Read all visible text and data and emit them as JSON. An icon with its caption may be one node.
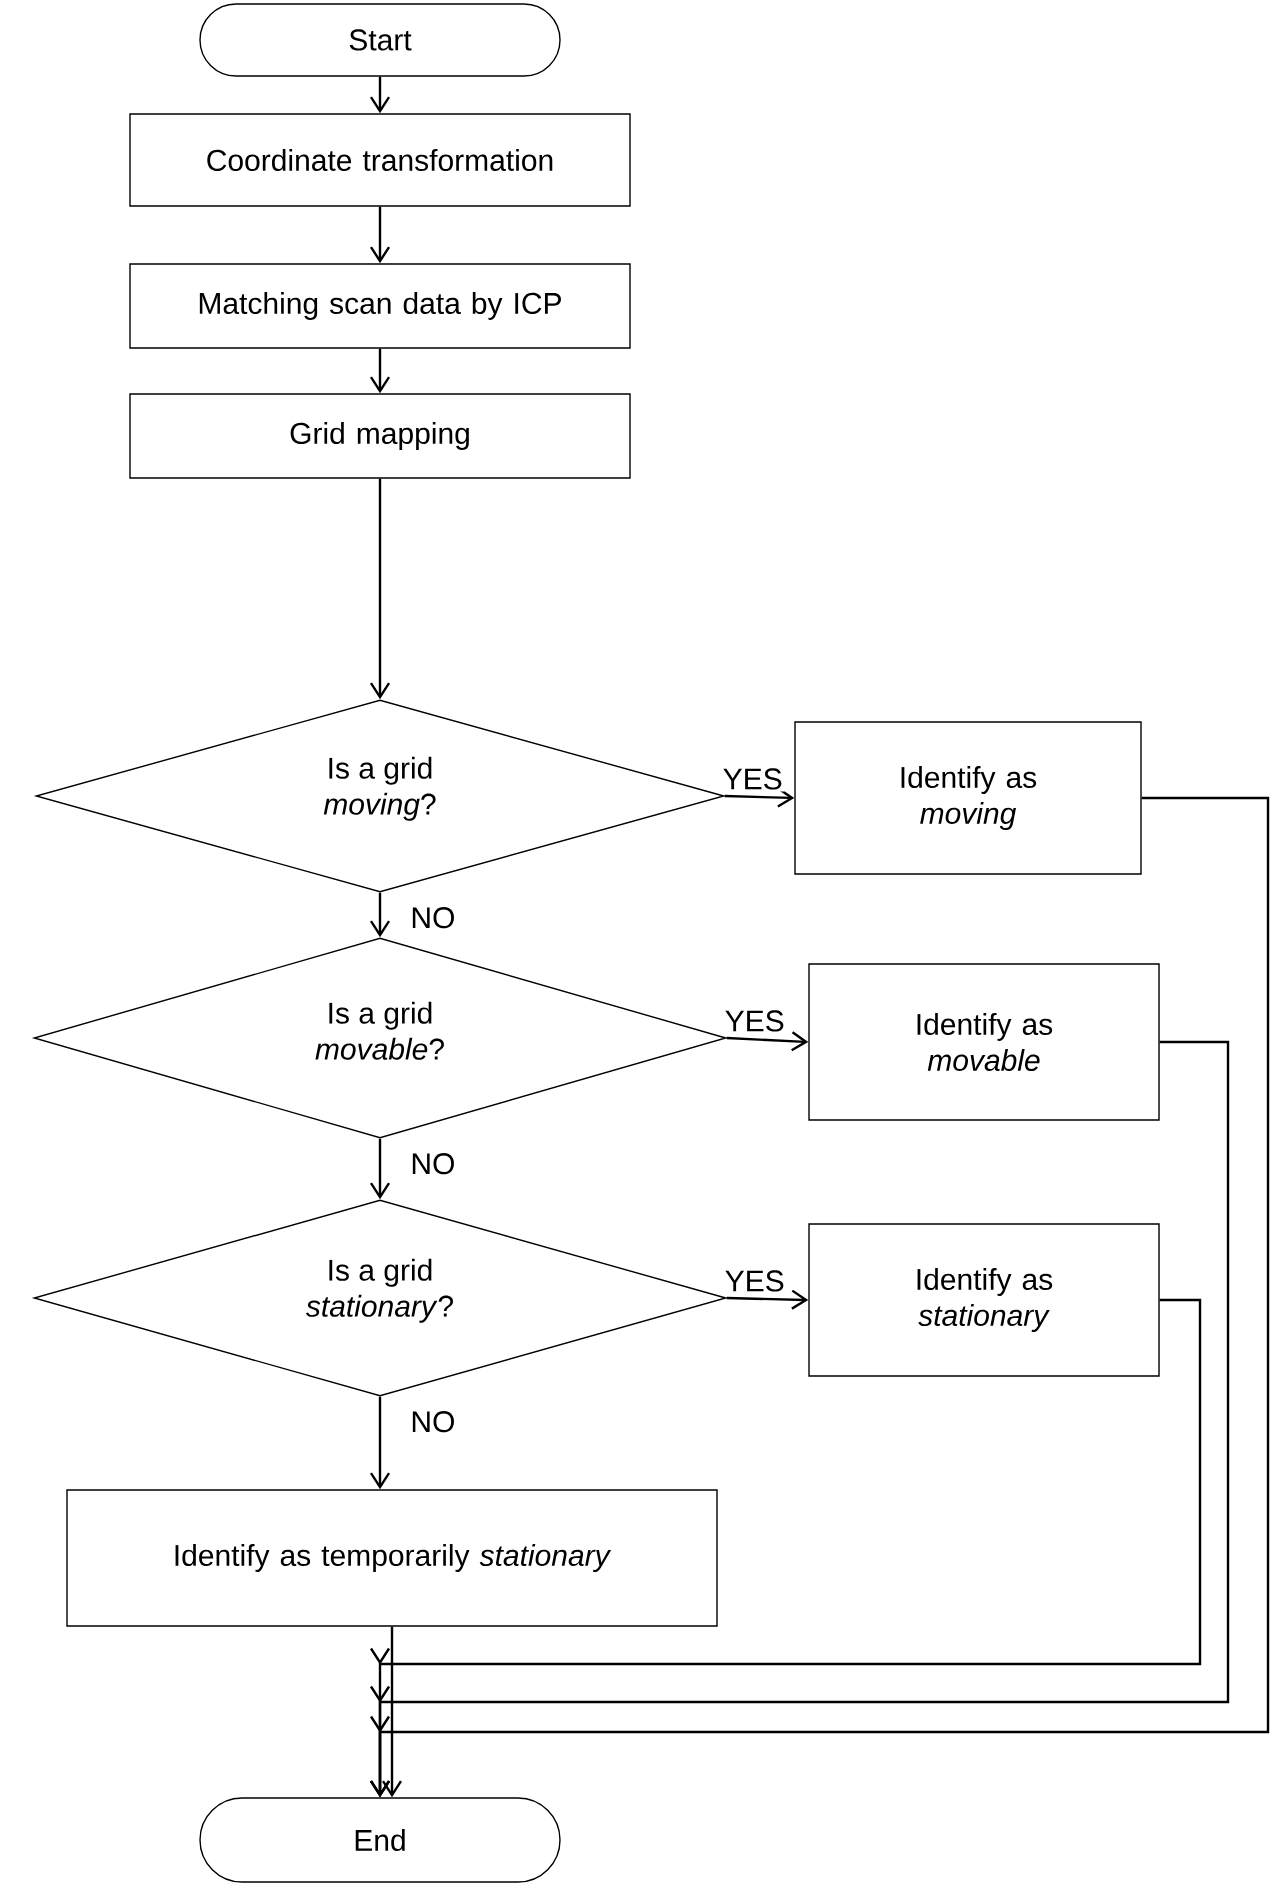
{
  "diagram": {
    "nodes": [
      {
        "text": [
          "Start"
        ]
      },
      {
        "text": [
          "Coordinate transformation"
        ]
      },
      {
        "text": [
          "Matching scan data by ICP"
        ]
      },
      {
        "text": [
          "Grid mapping"
        ]
      },
      {
        "text": [
          "Is a grid *moving*?"
        ]
      },
      {
        "text": [
          "Identify as *moving*"
        ]
      },
      {
        "text": [
          "Is a grid *movable*?"
        ]
      },
      {
        "text": [
          "Identify as *movable*"
        ]
      },
      {
        "text": [
          "Is a grid *stationary*?"
        ]
      },
      {
        "text": [
          "Identify as *stationary*"
        ]
      },
      {
        "text": [
          "Identify as temporarily *stationary*"
        ]
      },
      {
        "text": [
          "End"
        ]
      }
    ],
    "edges": [
      {
        "from": 0,
        "to": 1,
        "arrow": "to"
      },
      {
        "from": 1,
        "to": 2,
        "arrow": "to"
      },
      {
        "from": 2,
        "to": 3,
        "arrow": "to"
      },
      {
        "from": 3,
        "to": 4,
        "arrow": "to"
      },
      {
        "from": 4,
        "to": 5,
        "arrow": "to",
        "label": "YES"
      },
      {
        "from": 4,
        "to": 6,
        "arrow": "to",
        "label": "NO"
      },
      {
        "from": 6,
        "to": 7,
        "arrow": "to",
        "label": "YES"
      },
      {
        "from": 6,
        "to": 8,
        "arrow": "to",
        "label": "NO"
      },
      {
        "from": 8,
        "to": 9,
        "arrow": "to",
        "label": "YES"
      },
      {
        "from": 8,
        "to": 10,
        "arrow": "to",
        "label": "NO"
      },
      {
        "from": 10,
        "to": 11,
        "arrow": "to"
      },
      {
        "from": 9,
        "to": 11,
        "arrow": "to"
      },
      {
        "from": 7,
        "to": 11,
        "arrow": "to"
      },
      {
        "from": 5,
        "to": 11,
        "arrow": "to"
      }
    ]
  }
}
